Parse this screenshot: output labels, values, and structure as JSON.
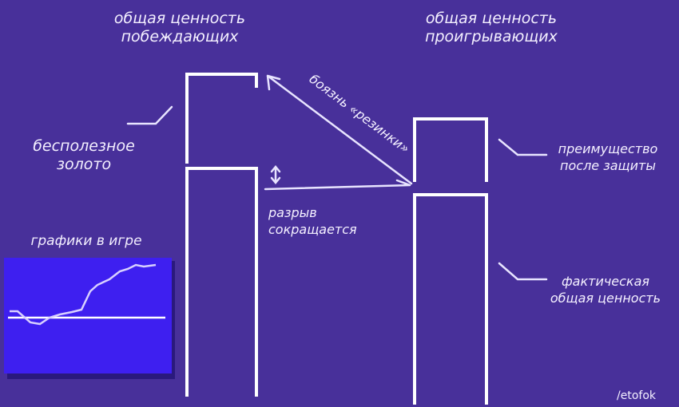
{
  "labels": {
    "winners_total_line1": "общая ценность",
    "winners_total_line2": "побеждающих",
    "losers_total_line1": "общая ценность",
    "losers_total_line2": "проигрывающих",
    "useless_gold_line1": "бесполезное",
    "useless_gold_line2": "золото",
    "rubber_band": "боязнь «резинки»",
    "gap_line1": "разрыв",
    "gap_line2": "сокращается",
    "defense_line1": "преимущество",
    "defense_line2": "после защиты",
    "actual_line1": "фактическая",
    "actual_line2": "общая ценность",
    "ingame_graph": "графики в игре",
    "credit": "/etofok"
  },
  "colors": {
    "background": "#48309a",
    "graph_panel": "#3e1ff0",
    "line": "#ffffff"
  }
}
